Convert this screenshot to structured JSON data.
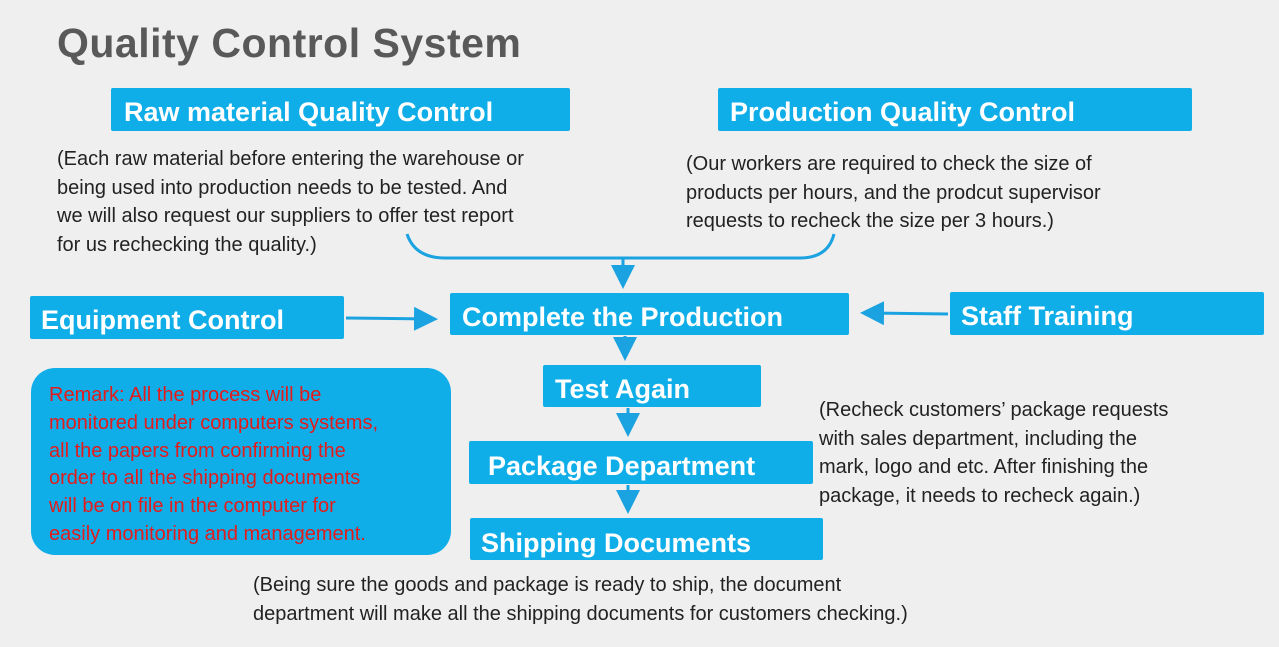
{
  "title": "Quality Control System",
  "boxes": {
    "raw_material": "Raw material Quality Control",
    "production": "Production Quality Control",
    "equipment": "Equipment Control",
    "complete": "Complete the Production",
    "staff": "Staff Training",
    "test_again": "Test Again",
    "package": "Package Department",
    "shipping": "Shipping Documents"
  },
  "descriptions": {
    "raw_material": [
      "(Each raw material before entering the warehouse or",
      "being used into production needs to be tested. And",
      "we will also request our suppliers to offer test report",
      "for us rechecking the quality.)"
    ],
    "production": [
      "(Our workers are required to check the size of",
      "products per hours, and the prodcut supervisor",
      "requests to recheck the size per 3 hours.)"
    ],
    "package": [
      "(Recheck customers’ package requests",
      "with sales department, including the",
      "mark, logo and etc. After finishing the",
      "package, it needs to recheck again.)"
    ],
    "shipping": [
      "(Being sure the goods and package is ready to ship, the document",
      "department will make all the shipping documents for customers checking.)"
    ]
  },
  "remark": [
    "Remark: All the process will be",
    "monitored under computers systems,",
    "all the papers from confirming the",
    "order to all the shipping documents",
    "will be on file in the computer for",
    "easily monitoring and management."
  ],
  "colors": {
    "box": "#10aee8",
    "arrow": "#1aa3e0",
    "remark_text": "#e41b1b",
    "title": "#595959"
  }
}
